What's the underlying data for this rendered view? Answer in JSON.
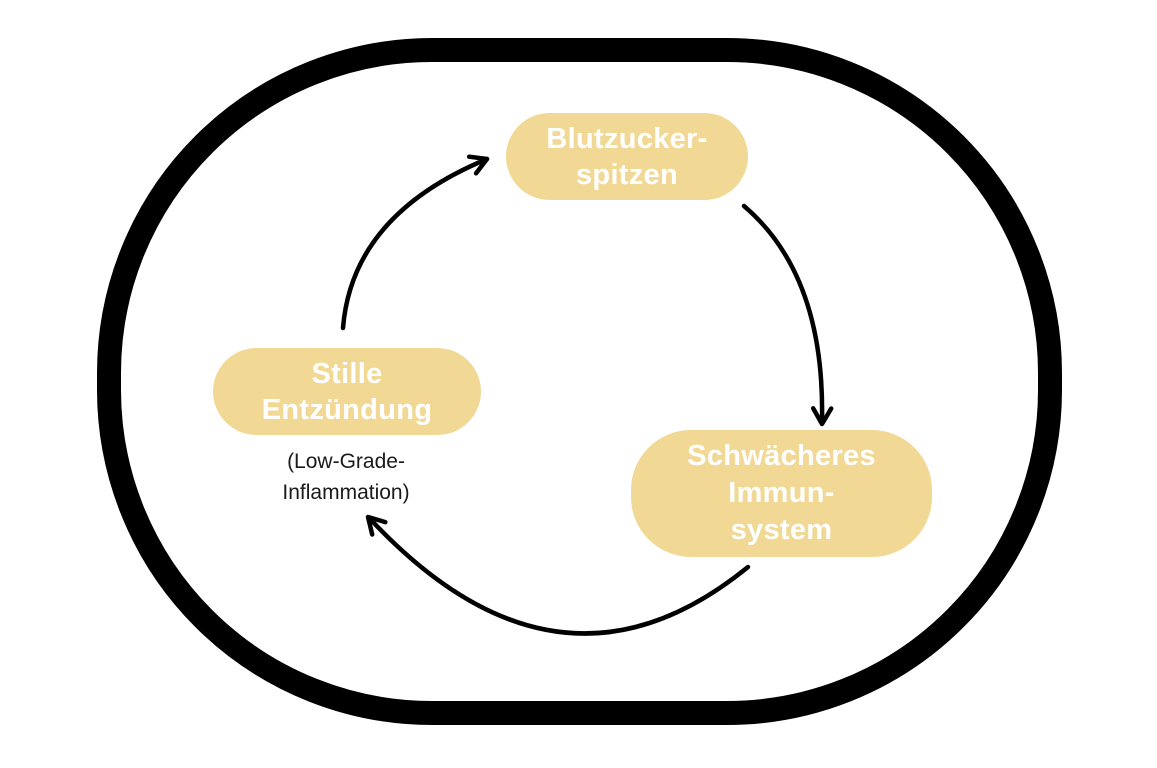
{
  "diagram": {
    "type": "cycle",
    "nodes": [
      {
        "id": "blutzuckerspitzen",
        "label_lines": [
          "Blutzucker-",
          "spitzen"
        ]
      },
      {
        "id": "schwaecheres-immunsystem",
        "label_lines": [
          "Schwächeres",
          "Immun-",
          "system"
        ]
      },
      {
        "id": "stille-entzuendung",
        "label_lines": [
          "Stille",
          "Entzündung"
        ],
        "sublabel_lines": [
          "(Low-Grade-",
          "Inflammation)"
        ]
      }
    ],
    "edges": [
      {
        "from": "stille-entzuendung",
        "to": "blutzuckerspitzen"
      },
      {
        "from": "blutzuckerspitzen",
        "to": "schwaecheres-immunsystem"
      },
      {
        "from": "schwaecheres-immunsystem",
        "to": "stille-entzuendung"
      }
    ],
    "colors": {
      "background": "#ffffff",
      "outline": "#000000",
      "arrow": "#000000",
      "node_fill": "#f1d995",
      "node_text": "#ffffff",
      "sublabel_text": "#1a1a1a"
    }
  }
}
